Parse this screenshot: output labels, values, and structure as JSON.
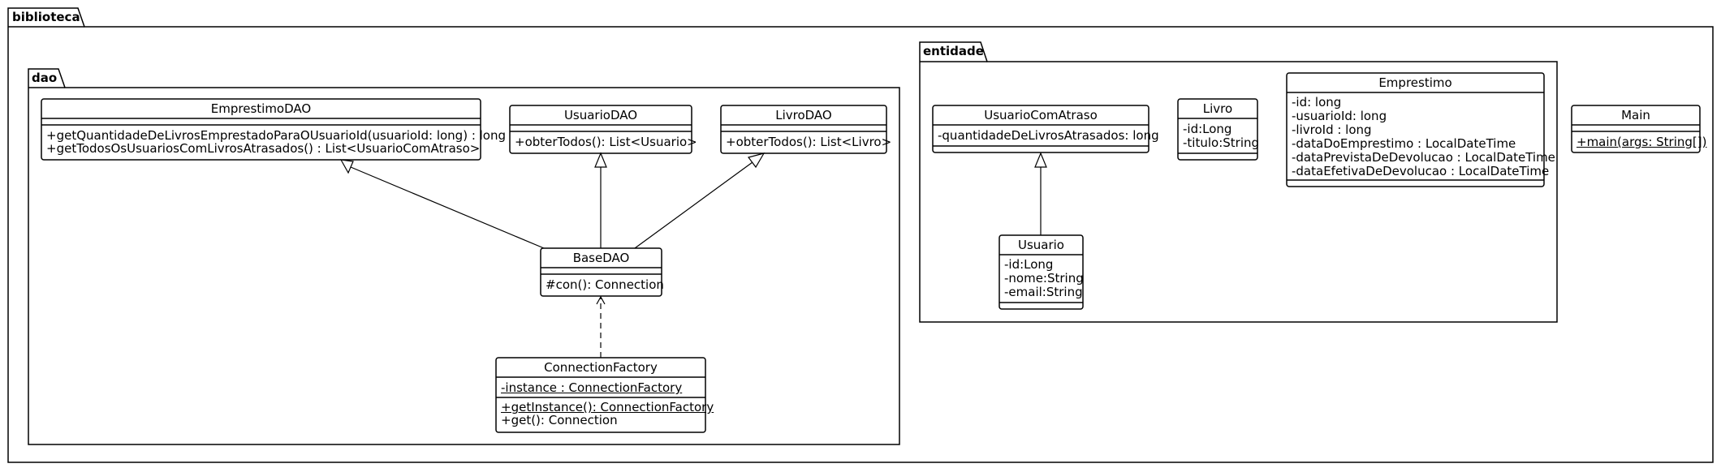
{
  "packages": {
    "biblioteca": {
      "name": "biblioteca"
    },
    "dao": {
      "name": "dao"
    },
    "entidade": {
      "name": "entidade"
    }
  },
  "classes": {
    "emprestimo_dao": {
      "name": "EmprestimoDAO",
      "attributes": [],
      "methods": [
        "+getQuantidadeDeLivrosEmprestadoParaOUsuarioId(usuarioId: long) : long",
        "+getTodosOsUsuariosComLivrosAtrasados() : List<UsuarioComAtraso>"
      ]
    },
    "usuario_dao": {
      "name": "UsuarioDAO",
      "attributes": [],
      "methods": [
        "+obterTodos(): List<Usuario>"
      ]
    },
    "livro_dao": {
      "name": "LivroDAO",
      "attributes": [],
      "methods": [
        "+obterTodos(): List<Livro>"
      ]
    },
    "base_dao": {
      "name": "BaseDAO",
      "attributes": [],
      "methods": [
        "#con(): Connection"
      ]
    },
    "connection_factory": {
      "name": "ConnectionFactory",
      "attributes": [
        "-instance : ConnectionFactory"
      ],
      "methods": [
        "+getInstance(): ConnectionFactory",
        "+get(): Connection"
      ]
    },
    "usuario_com_atraso": {
      "name": "UsuarioComAtraso",
      "attributes": [
        "-quantidadeDeLivrosAtrasados: long"
      ],
      "methods": []
    },
    "usuario": {
      "name": "Usuario",
      "attributes": [
        "-id:Long",
        "-nome:String",
        "-email:String"
      ],
      "methods": []
    },
    "livro": {
      "name": "Livro",
      "attributes": [
        "-id:Long",
        "-titulo:String"
      ],
      "methods": []
    },
    "emprestimo": {
      "name": "Emprestimo",
      "attributes": [
        "-id: long",
        "-usuarioId: long",
        "-livroId : long",
        "-dataDoEmprestimo : LocalDateTime",
        "-dataPrevistaDeDevolucao : LocalDateTime",
        "-dataEfetivaDeDevolucao : LocalDateTime"
      ],
      "methods": []
    },
    "main": {
      "name": "Main",
      "attributes": [],
      "methods": [
        "+main(args: String[])"
      ]
    }
  }
}
